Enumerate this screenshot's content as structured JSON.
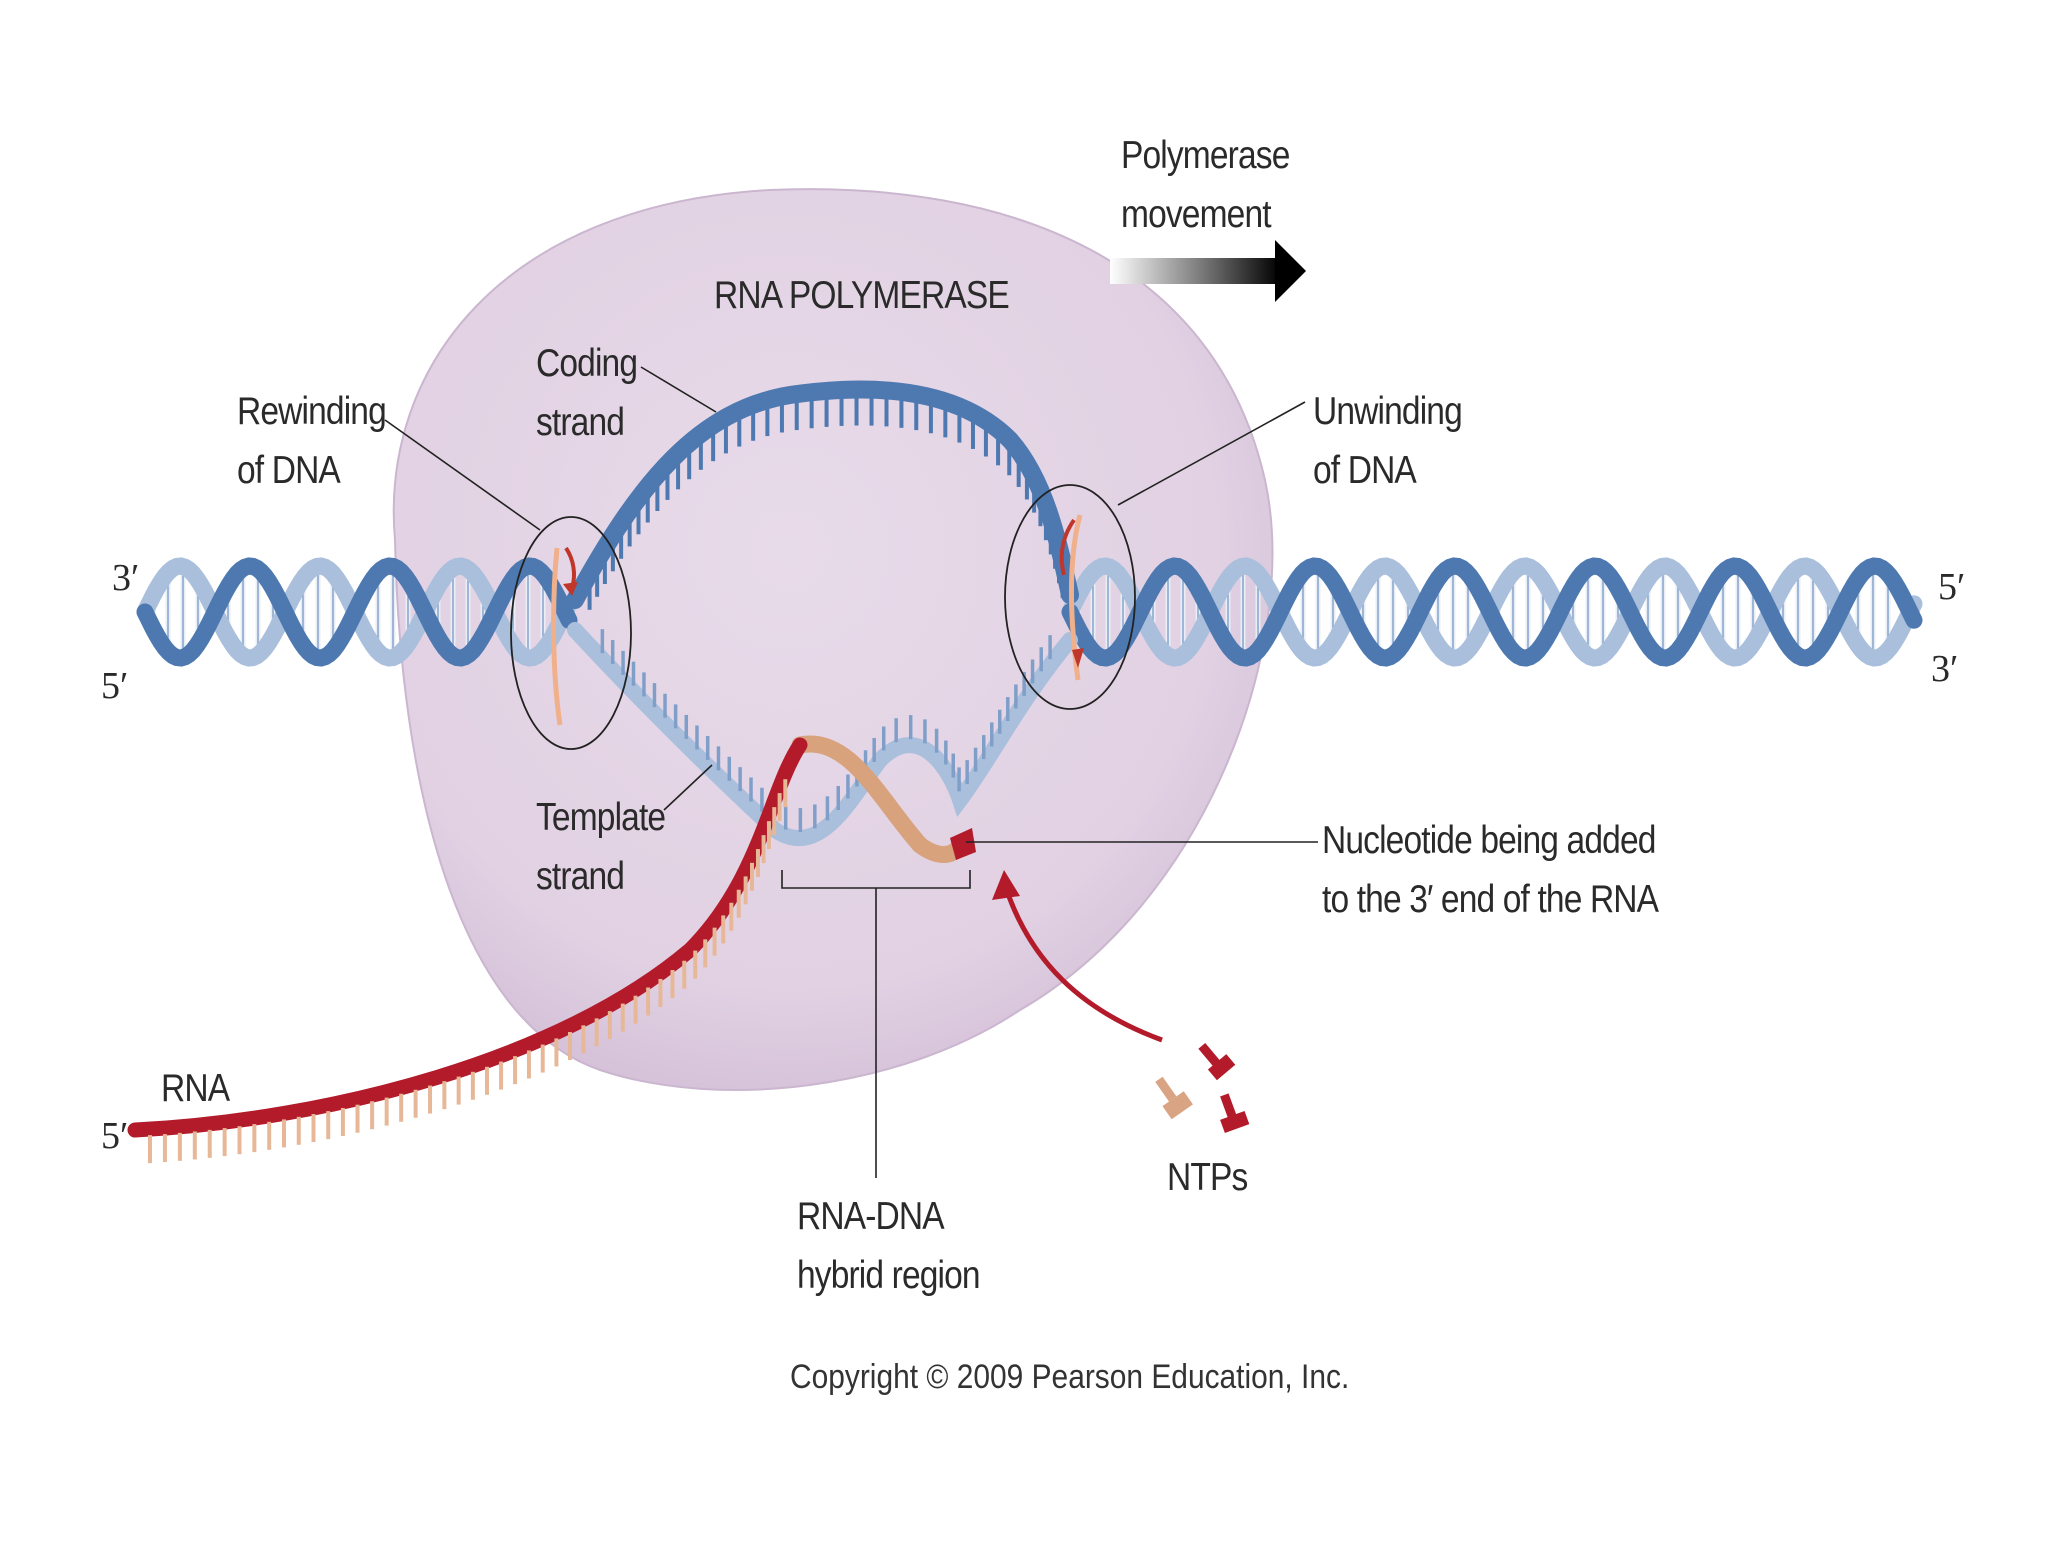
{
  "labels": {
    "polymerase_movement": [
      "Polymerase",
      "movement"
    ],
    "rna_polymerase": "RNA POLYMERASE",
    "coding_strand": [
      "Coding",
      "strand"
    ],
    "rewinding": [
      "Rewinding",
      "of DNA"
    ],
    "unwinding": [
      "Unwinding",
      "of DNA"
    ],
    "template_strand": [
      "Template",
      "strand"
    ],
    "nucleotide_added": [
      "Nucleotide being added",
      "to the 3′ end of the RNA"
    ],
    "rna": "RNA",
    "ntps": "NTPs",
    "hybrid_region": [
      "RNA-DNA",
      "hybrid region"
    ],
    "copyright": "Copyright © 2009 Pearson Education, Inc."
  },
  "ends": {
    "dna_left_top": "3′",
    "dna_left_bottom": "5′",
    "dna_right_top": "5′",
    "dna_right_bottom": "3′",
    "rna_left": "5′"
  },
  "colors": {
    "polymerase_fill": "#e3d4e4",
    "dna_dark": "#4d79b0",
    "dna_light": "#a9bfdc",
    "rna": "#b31b2b",
    "rna_base": "#e7b898",
    "label_text": "#2a2a2a"
  }
}
